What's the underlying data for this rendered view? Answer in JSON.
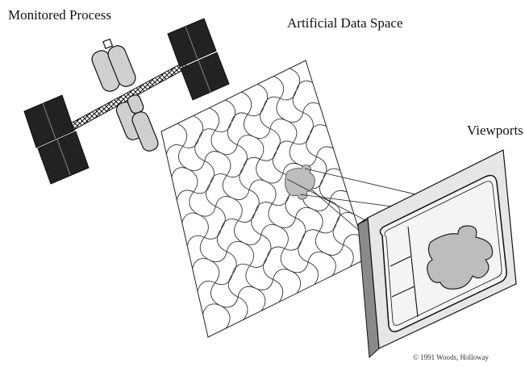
{
  "labels": {
    "monitored_process": "Monitored Process",
    "artificial_data_space": "Artificial Data Space",
    "viewports": "Viewports",
    "copyright": "© 1991 Woods, Holloway"
  },
  "icons": {
    "satellite": "space-station-icon",
    "data_space": "jigsaw-puzzle-grid-icon",
    "viewport": "display-monitor-icon",
    "highlight": "puzzle-piece-icon"
  },
  "colors": {
    "ink": "#111111",
    "panel_dark": "#222222",
    "module_gray": "#cfcfcf",
    "highlight_gray": "#bdbdbd",
    "frame_side": "#8a8a8a",
    "frame_face": "#e6e6e6"
  }
}
